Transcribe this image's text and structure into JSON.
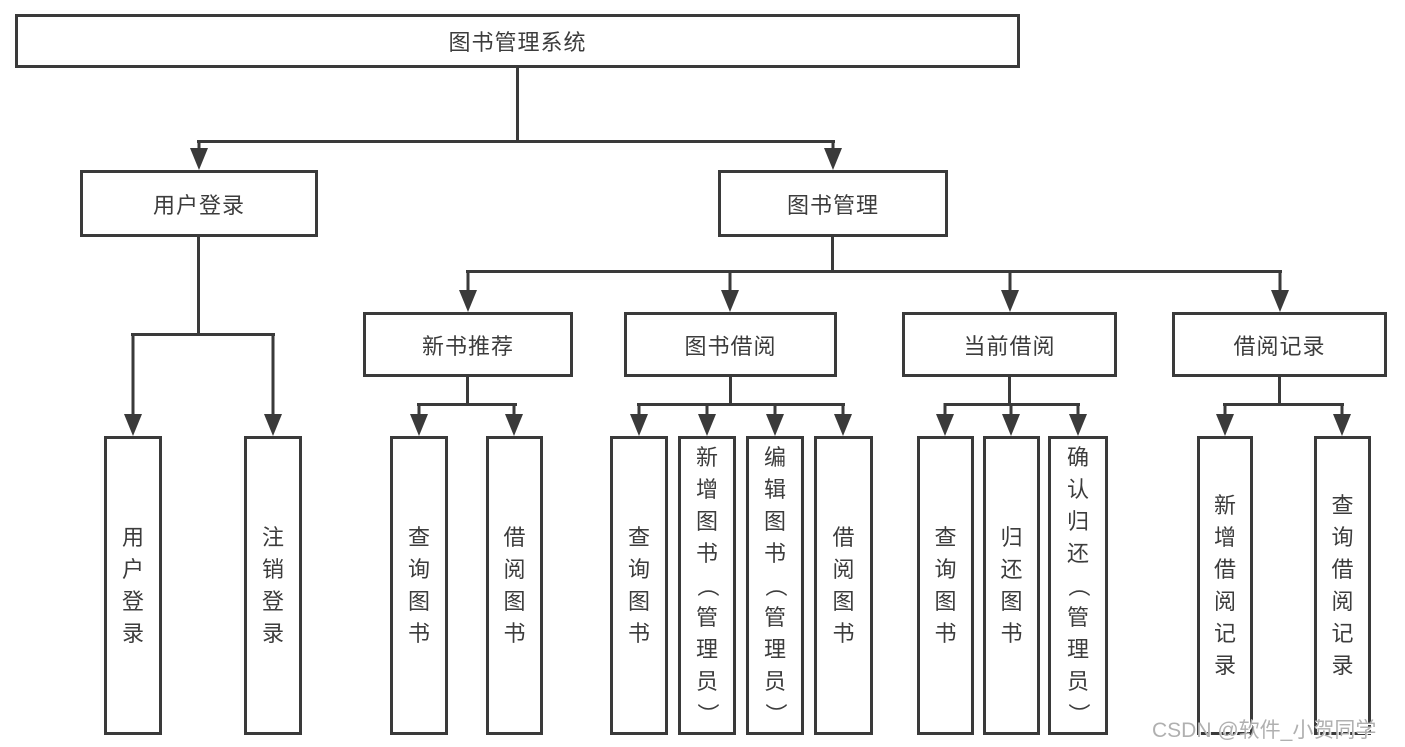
{
  "title": "图书管理系统",
  "watermark": {
    "text": "CSDN @软件_小贺同学"
  },
  "colors": {
    "line": "#3a3a3a",
    "text": "#3c3c3c",
    "watermark": "#b0b0b0",
    "background": "#ffffff"
  },
  "tree": {
    "root": {
      "label": "图书管理系统"
    },
    "branches": [
      {
        "label": "用户登录",
        "children": [
          {
            "label": "用户登录"
          },
          {
            "label": "注销登录"
          }
        ]
      },
      {
        "label": "图书管理",
        "children": [
          {
            "label": "新书推荐",
            "children": [
              {
                "label": "查询图书"
              },
              {
                "label": "借阅图书"
              }
            ]
          },
          {
            "label": "图书借阅",
            "children": [
              {
                "label": "查询图书"
              },
              {
                "label": "新增图书（管理员）"
              },
              {
                "label": "编辑图书（管理员）"
              },
              {
                "label": "借阅图书"
              }
            ]
          },
          {
            "label": "当前借阅",
            "children": [
              {
                "label": "查询图书"
              },
              {
                "label": "归还图书"
              },
              {
                "label": "确认归还（管理员）"
              }
            ]
          },
          {
            "label": "借阅记录",
            "children": [
              {
                "label": "新增借阅记录"
              },
              {
                "label": "查询借阅记录"
              }
            ]
          }
        ]
      }
    ]
  }
}
